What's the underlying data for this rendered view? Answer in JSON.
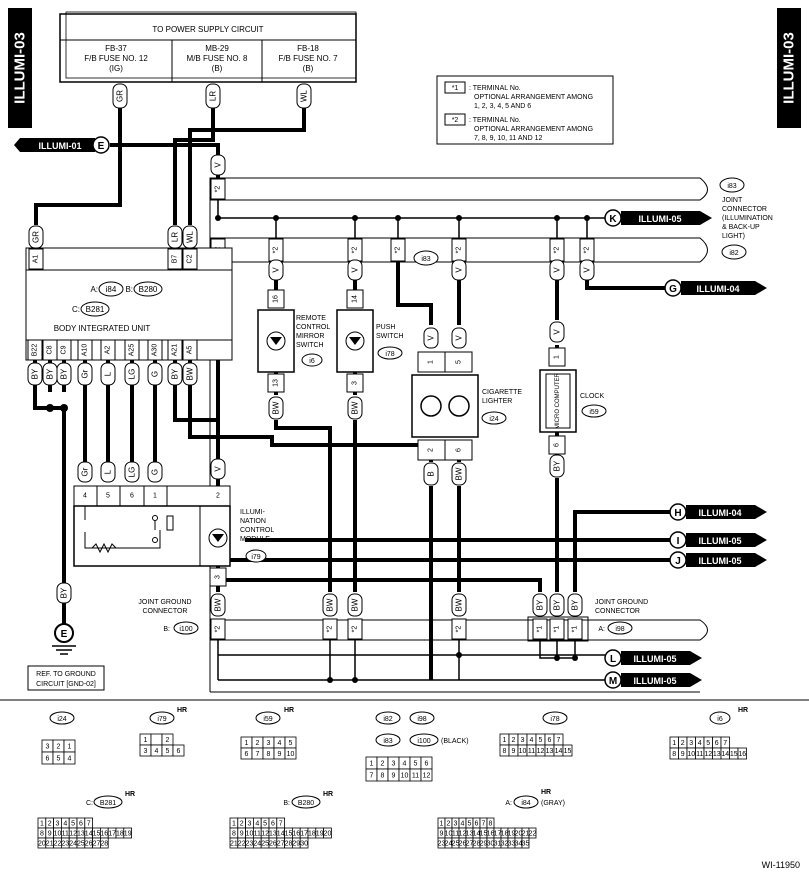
{
  "page_tag": "ILLUMI-03",
  "doc_code": "WI-11950",
  "power_box": {
    "title": "TO POWER SUPPLY CIRCUIT",
    "fuses": [
      {
        "l1": "FB-37",
        "l2": "F/B FUSE NO. 12",
        "l3": "(IG)",
        "wire": "GR"
      },
      {
        "l1": "MB-29",
        "l2": "M/B FUSE NO. 8",
        "l3": "(B)",
        "wire": "LR"
      },
      {
        "l1": "FB-18",
        "l2": "F/B FUSE NO. 7",
        "l3": "(B)",
        "wire": "WL"
      }
    ]
  },
  "notes": [
    {
      "mark": "*1",
      "l1": ": TERMINAL No.",
      "l2": "OPTIONAL ARRANGEMENT AMONG",
      "l3": "1, 2, 3, 4, 5 AND 6"
    },
    {
      "mark": "*2",
      "l1": ": TERMINAL No.",
      "l2": "OPTIONAL ARRANGEMENT AMONG",
      "l3": "7, 8, 9, 10, 11 AND 12"
    }
  ],
  "refs": {
    "illumi01": {
      "name": "ILLUMI-01",
      "letter": "E"
    },
    "k": {
      "name": "ILLUMI-05",
      "letter": "K"
    },
    "g": {
      "name": "ILLUMI-04",
      "letter": "G"
    },
    "h": {
      "name": "ILLUMI-04",
      "letter": "H"
    },
    "i": {
      "name": "ILLUMI-05",
      "letter": "I"
    },
    "j": {
      "name": "ILLUMI-05",
      "letter": "J"
    },
    "l": {
      "name": "ILLUMI-05",
      "letter": "L"
    },
    "m": {
      "name": "ILLUMI-05",
      "letter": "M"
    }
  },
  "joint_connector": {
    "l1": "JOINT",
    "l2": "CONNECTOR",
    "l3": "(ILLUMINATION",
    "l4": "& BACK-UP",
    "l5": "LIGHT)",
    "c1": "i83",
    "c2": "i82",
    "mid": "i83"
  },
  "biu": {
    "label": "BODY INTEGRATED UNIT",
    "a_label": "A:",
    "a_conn": "i84",
    "b_label": "B:",
    "b_conn": "B280",
    "c_label": "C:",
    "c_conn": "B281",
    "top_pins": [
      "A1",
      "B7",
      "C2"
    ],
    "top_wires": [
      "GR",
      "LR",
      "WL"
    ],
    "bottom_pins": [
      "B22",
      "C8",
      "C9",
      "A10",
      "A2",
      "A25",
      "A30",
      "A21",
      "A5"
    ],
    "bottom_wires": [
      "BY",
      "BY",
      "BY",
      "Gr",
      "L",
      "LG",
      "G",
      "BY",
      "BW"
    ]
  },
  "remote_switch": {
    "l1": "REMOTE",
    "l2": "CONTROL",
    "l3": "MIRROR",
    "l4": "SWITCH",
    "conn": "i6",
    "pin_top": "16",
    "pin_bot": "13"
  },
  "push_switch": {
    "l1": "PUSH",
    "l2": "SWITCH",
    "conn": "i78",
    "pin_top": "14",
    "pin_bot": "3"
  },
  "lighter": {
    "l1": "CIGARETTE",
    "l2": "LIGHTER",
    "conn": "i24",
    "pins_top": [
      "1",
      "5"
    ],
    "pins_bot": [
      "2",
      "6"
    ],
    "wires_bot": [
      "B",
      "BW"
    ]
  },
  "clock": {
    "label": "CLOCK",
    "inner": "MICRO COMPUTER",
    "conn": "i59",
    "pin_top": "1",
    "pin_bot": "6",
    "wire_bot": "BY"
  },
  "icm": {
    "l1": "ILLUMI-",
    "l2": "NATION",
    "l3": "CONTROL",
    "l4": "MODULE",
    "conn": "i79",
    "pins": [
      "4",
      "5",
      "6",
      "1",
      "2"
    ],
    "wires": [
      "Gr",
      "L",
      "LG",
      "G",
      "V"
    ],
    "pin_bot": "3",
    "wire_bot": "BW"
  },
  "jgc_b": {
    "l1": "JOINT GROUND",
    "l2": "CONNECTOR",
    "prefix": "B:",
    "conn": "i100"
  },
  "jgc_a": {
    "l1": "JOINT GROUND",
    "l2": "CONNECTOR",
    "prefix": "A:",
    "conn": "i98"
  },
  "ground": {
    "letter": "E",
    "wire": "BY",
    "ref_l1": "REF. TO GROUND",
    "ref_l2": "CIRCUIT [GND-02]"
  },
  "wire_labels": {
    "v": "V",
    "bw": "BW",
    "by": "BY",
    "mark1": "*1",
    "mark2": "*2"
  },
  "faces": {
    "i24": {
      "name": "i24",
      "rows": [
        [
          "3",
          "2",
          "1"
        ],
        [
          "6",
          "5",
          "4"
        ]
      ]
    },
    "i79": {
      "name": "i79",
      "hr": "HR",
      "rows": [
        [
          "1",
          "",
          "2"
        ],
        [
          "3",
          "4",
          "5",
          "6"
        ]
      ]
    },
    "i59": {
      "name": "i59",
      "hr": "HR",
      "rows": [
        [
          "1",
          "2",
          "3",
          "4",
          "5"
        ],
        [
          "6",
          "7",
          "8",
          "9",
          "10"
        ]
      ]
    },
    "i82": {
      "n1": "i82",
      "n2": "i98",
      "n3": "i83",
      "n4": "i100",
      "note": "(BLACK)",
      "rows": [
        [
          "1",
          "2",
          "3",
          "4",
          "5",
          "6"
        ],
        [
          "7",
          "8",
          "9",
          "10",
          "11",
          "12"
        ]
      ]
    },
    "i78": {
      "name": "i78",
      "rows": [
        [
          "1",
          "2",
          "3",
          "4",
          "5",
          "6",
          "7"
        ],
        [
          "8",
          "9",
          "10",
          "11",
          "12",
          "13",
          "14",
          "15"
        ]
      ]
    },
    "i6": {
      "name": "i6",
      "hr": "HR",
      "rows": [
        [
          "1",
          "2",
          "3",
          "4",
          "5",
          "6",
          "7"
        ],
        [
          "8",
          "9",
          "10",
          "11",
          "12",
          "13",
          "14",
          "15",
          "16"
        ]
      ]
    },
    "b281": {
      "prefix": "C:",
      "name": "B281",
      "hr": "HR",
      "rows": [
        [
          "1",
          "2",
          "3",
          "4",
          "5",
          "6",
          "7"
        ],
        [
          "8",
          "9",
          "10",
          "11",
          "12",
          "13",
          "14",
          "15",
          "16",
          "17",
          "18",
          "19"
        ],
        [
          "20",
          "21",
          "22",
          "23",
          "24",
          "25",
          "26",
          "27",
          "28"
        ]
      ]
    },
    "b280": {
      "prefix": "B:",
      "name": "B280",
      "hr": "HR",
      "rows": [
        [
          "1",
          "2",
          "3",
          "4",
          "5",
          "6",
          "7"
        ],
        [
          "8",
          "9",
          "10",
          "11",
          "12",
          "13",
          "14",
          "15",
          "16",
          "17",
          "18",
          "19",
          "20"
        ],
        [
          "21",
          "22",
          "23",
          "24",
          "25",
          "26",
          "27",
          "28",
          "29",
          "30"
        ]
      ]
    },
    "i84": {
      "prefix": "A:",
      "name": "i84",
      "hr": "HR",
      "note": "(GRAY)",
      "rows": [
        [
          "1",
          "2",
          "3",
          "4",
          "5",
          "6",
          "7",
          "8"
        ],
        [
          "9",
          "10",
          "11",
          "12",
          "13",
          "14",
          "15",
          "16",
          "17",
          "18",
          "19",
          "20",
          "21",
          "22"
        ],
        [
          "23",
          "24",
          "25",
          "26",
          "27",
          "28",
          "29",
          "30",
          "31",
          "32",
          "33",
          "34",
          "35"
        ]
      ]
    }
  }
}
